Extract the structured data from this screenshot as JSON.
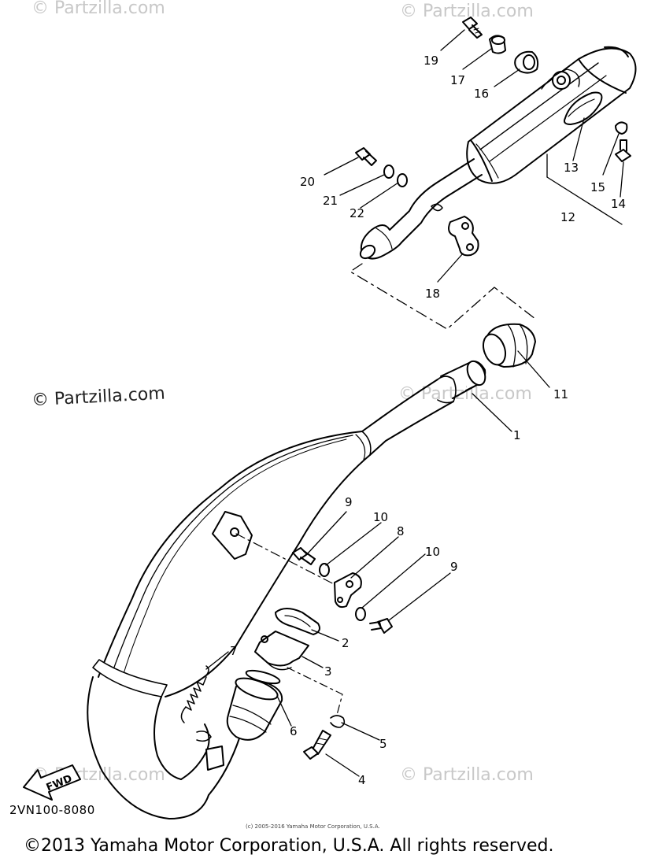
{
  "watermarks": {
    "top_left": "© Partzilla.com",
    "top_right": "© Partzilla.com",
    "middle_left": "© Partzilla.com",
    "middle_right": "© Partzilla.com",
    "bottom_left": "© Partzilla.com",
    "bottom_right": "© Partzilla.com"
  },
  "diagram": {
    "code": "2VN100-8080",
    "fwd_label": "FWD",
    "tiny_copyright": "(c) 2005-2016 Yamaha Motor Corporation, U.S.A.",
    "copyright": "©2013 Yamaha Motor Corporation, U.S.A. All rights reserved."
  },
  "callouts": [
    {
      "id": "c1",
      "text": "1"
    },
    {
      "id": "c2",
      "text": "2"
    },
    {
      "id": "c3",
      "text": "3"
    },
    {
      "id": "c4",
      "text": "4"
    },
    {
      "id": "c5",
      "text": "5"
    },
    {
      "id": "c6",
      "text": "6"
    },
    {
      "id": "c7",
      "text": "7"
    },
    {
      "id": "c8",
      "text": "8"
    },
    {
      "id": "c9a",
      "text": "9"
    },
    {
      "id": "c9b",
      "text": "9"
    },
    {
      "id": "c10a",
      "text": "10"
    },
    {
      "id": "c10b",
      "text": "10"
    },
    {
      "id": "c11",
      "text": "11"
    },
    {
      "id": "c12",
      "text": "12"
    },
    {
      "id": "c13",
      "text": "13"
    },
    {
      "id": "c14",
      "text": "14"
    },
    {
      "id": "c15",
      "text": "15"
    },
    {
      "id": "c16",
      "text": "16"
    },
    {
      "id": "c17",
      "text": "17"
    },
    {
      "id": "c18",
      "text": "18"
    },
    {
      "id": "c19",
      "text": "19"
    },
    {
      "id": "c20",
      "text": "20"
    },
    {
      "id": "c21",
      "text": "21"
    },
    {
      "id": "c22",
      "text": "22"
    }
  ]
}
